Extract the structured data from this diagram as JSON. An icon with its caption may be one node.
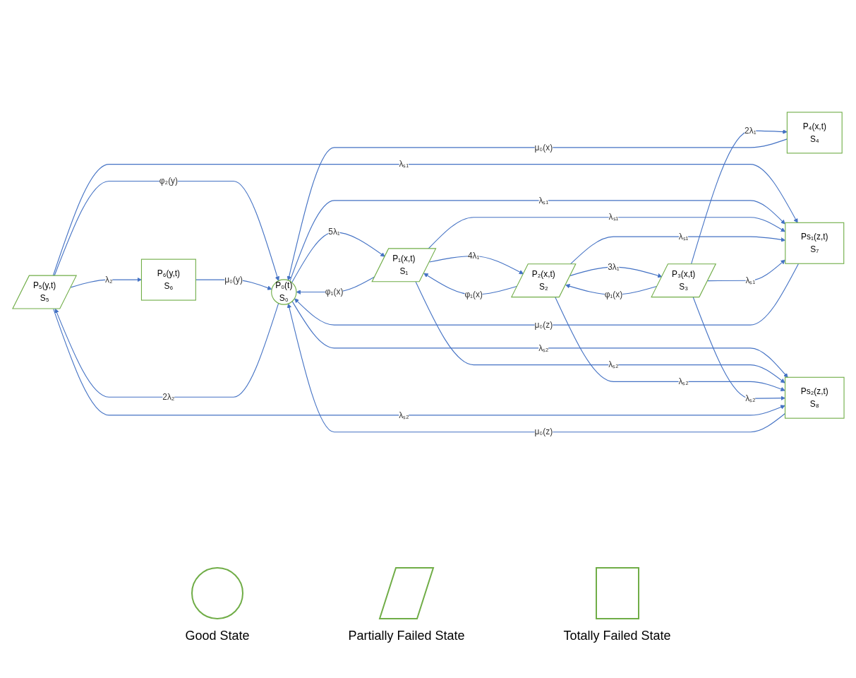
{
  "diagram": {
    "nodes": [
      {
        "text": [
          "P₀(t)",
          "S₀"
        ]
      },
      {
        "text": [
          "P₁(x,t)",
          "S₁"
        ]
      },
      {
        "text": [
          "P₂(x,t)",
          "S₂"
        ]
      },
      {
        "text": [
          "P₃(x,t)",
          "S₃"
        ]
      },
      {
        "text": [
          "P₄(x,t)",
          "S₄"
        ]
      },
      {
        "text": [
          "P₅(y,t)",
          "S₅"
        ]
      },
      {
        "text": [
          "P₆(y,t)",
          "S₆"
        ]
      },
      {
        "text": [
          "Ps₁(z,t)",
          "S₇"
        ]
      },
      {
        "text": [
          "Ps₂(z,t)",
          "S₈"
        ]
      }
    ],
    "edges": [
      {
        "from": 0,
        "to": 1,
        "arrow": "to",
        "label": "5λ₁"
      },
      {
        "from": 1,
        "to": 0,
        "arrow": "to",
        "label": "φ₁(x)"
      },
      {
        "from": 1,
        "to": 2,
        "arrow": "to",
        "label": "4λ₁"
      },
      {
        "from": 2,
        "to": 1,
        "arrow": "to",
        "label": "φ₁(x)"
      },
      {
        "from": 2,
        "to": 3,
        "arrow": "to",
        "label": "3λ₁"
      },
      {
        "from": 3,
        "to": 2,
        "arrow": "to",
        "label": "φ₁(x)"
      },
      {
        "from": 3,
        "to": 4,
        "arrow": "to",
        "label": "2λ₁"
      },
      {
        "from": 4,
        "to": 0,
        "arrow": "to",
        "label": "μ₀(x)"
      },
      {
        "from": 0,
        "to": 5,
        "arrow": "to",
        "label": "2λ₂"
      },
      {
        "from": 5,
        "to": 0,
        "arrow": "to",
        "label": "φ₂(y)"
      },
      {
        "from": 5,
        "to": 6,
        "arrow": "to",
        "label": "λ₂"
      },
      {
        "from": 6,
        "to": 0,
        "arrow": "to",
        "label": "μ₀(y)"
      },
      {
        "from": 5,
        "to": 7,
        "arrow": "to",
        "label": "λₛ₁"
      },
      {
        "from": 7,
        "to": 0,
        "arrow": "to",
        "label": "μ₀(z)"
      },
      {
        "from": 0,
        "to": 7,
        "arrow": "to",
        "label": "λₛ₁"
      },
      {
        "from": 1,
        "to": 7,
        "arrow": "to",
        "label": "λₛ₁"
      },
      {
        "from": 2,
        "to": 7,
        "arrow": "to",
        "label": "λₛ₁"
      },
      {
        "from": 3,
        "to": 7,
        "arrow": "to",
        "label": "λₛ₁"
      },
      {
        "from": 0,
        "to": 8,
        "arrow": "to",
        "label": "λₛ₂"
      },
      {
        "from": 8,
        "to": 0,
        "arrow": "to",
        "label": "μ₀(z)"
      },
      {
        "from": 1,
        "to": 8,
        "arrow": "to",
        "label": "λₛ₂"
      },
      {
        "from": 2,
        "to": 8,
        "arrow": "to",
        "label": "λₛ₂"
      },
      {
        "from": 3,
        "to": 8,
        "arrow": "to",
        "label": "λₛ₂"
      },
      {
        "from": 5,
        "to": 8,
        "arrow": "to",
        "label": "λₛ₂"
      }
    ],
    "legend": [
      {
        "text": "Good State"
      },
      {
        "text": "Partially Failed State"
      },
      {
        "text": "Totally Failed State"
      }
    ]
  }
}
